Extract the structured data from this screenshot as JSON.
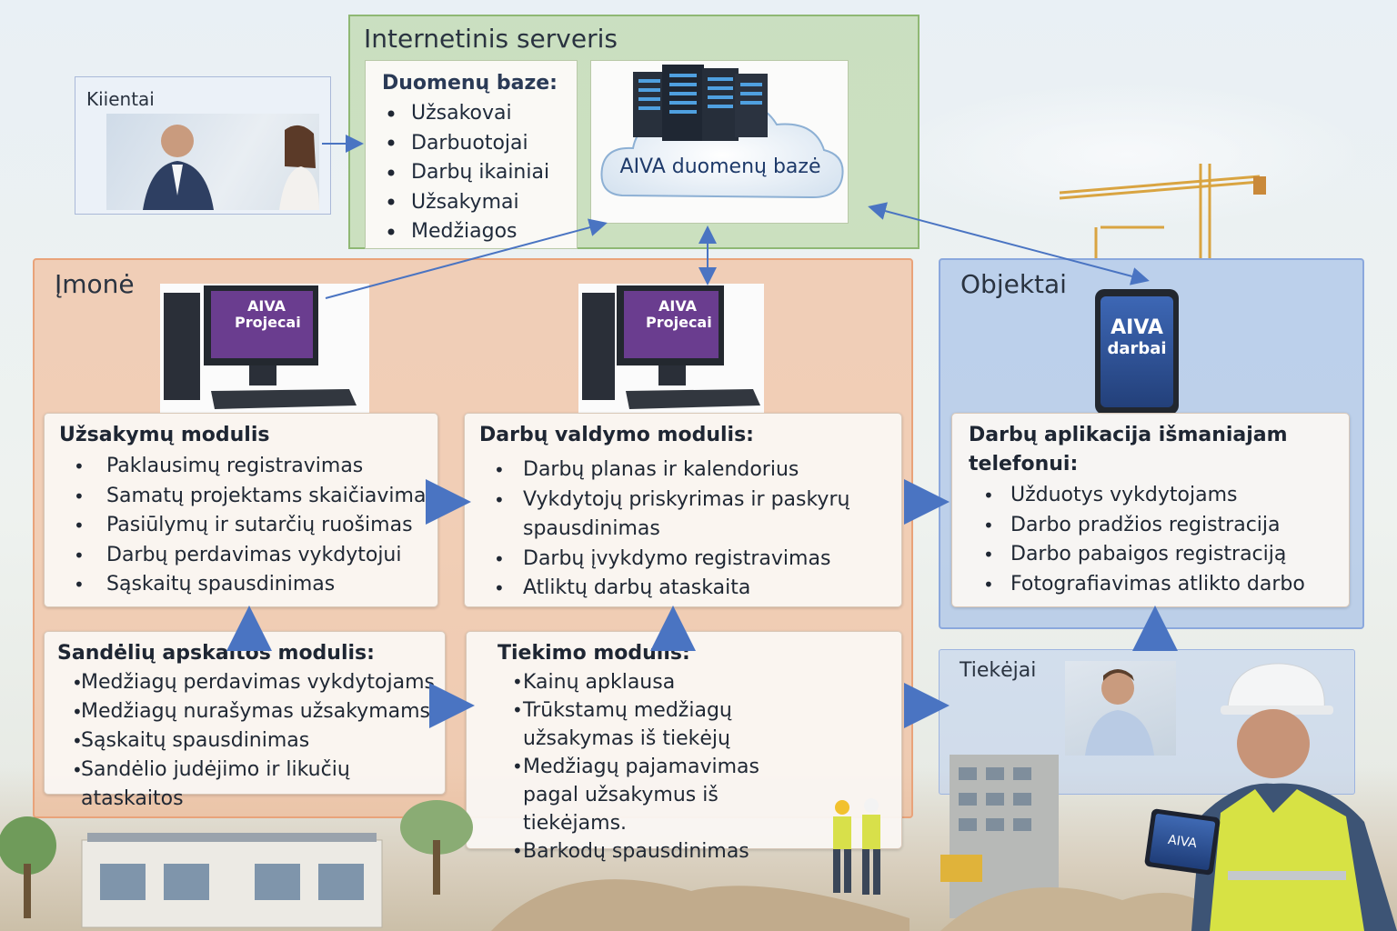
{
  "colors": {
    "server": "#b0d296",
    "imone": "#f4b086",
    "objektai": "#96b4e6",
    "arrow": "#4a74c2",
    "card": "#faf7f3"
  },
  "klientai": {
    "label": "Kiientai"
  },
  "server": {
    "title": "Internetinis serveris",
    "db_title": "Duomenų baze:",
    "db_items": [
      "Užsakovai",
      "Darbuotojai",
      "Darbų ikainiai",
      "Užsakymai",
      "Medžiagos"
    ],
    "cloud_label": "AIVA duomenų bazė"
  },
  "imone": {
    "title": "Įmonė",
    "screen_text": {
      "line1": "AIVA",
      "line2": "Projecai"
    }
  },
  "objektai": {
    "title": "Objektai",
    "phone_text": {
      "line1": "AIVA",
      "line2": "darbai"
    }
  },
  "tiekejai": {
    "title": "Tiekėjai"
  },
  "modules": {
    "uzsakymu": {
      "title": "Užsakymų modulis",
      "items": [
        "Paklausimų registravimas",
        "Samatų projektams skaičiavimas",
        "Pasiūlymų ir sutarčių ruošimas",
        "Darbų perdavimas vykdytojui",
        "Sąskaitų spausdinimas"
      ]
    },
    "darbu_valdymo": {
      "title": "Darbų valdymo modulis:",
      "items": [
        "Darbų planas ir kalendorius",
        "Vykdytojų priskyrimas ir paskyrų spausdinimas",
        "Darbų įvykdymo registravimas",
        "Atliktų darbų ataskaita"
      ]
    },
    "darbu_aplikacija": {
      "title": "Darbų aplikacija išmaniajam telefonui:",
      "items": [
        "Užduotys vykdytojams",
        "Darbo pradžios registracija",
        "Darbo pabaigos registraciją",
        "Fotografiavimas atlikto darbo"
      ]
    },
    "sandeliu": {
      "title": "Sandėlių apskaitos modulis:",
      "items": [
        "Medžiagų perdavimas vykdytojams",
        "Medžiagų nurašymas užsakymams",
        "Sąskaitų spausdinimas",
        "Sandėlio judėjimo ir likučių ataskaitos"
      ]
    },
    "tiekimo": {
      "title": "Tiekimo modulis:",
      "items": [
        "Kainų apklausa",
        "Trūkstamų medžiagų užsakymas iš tiekėjų",
        "Medžiagų pajamavimas pagal užsakymus iš tiekėjams.",
        "Barkodų spausdinimas"
      ]
    }
  },
  "tablet": {
    "label": "AIVA"
  }
}
